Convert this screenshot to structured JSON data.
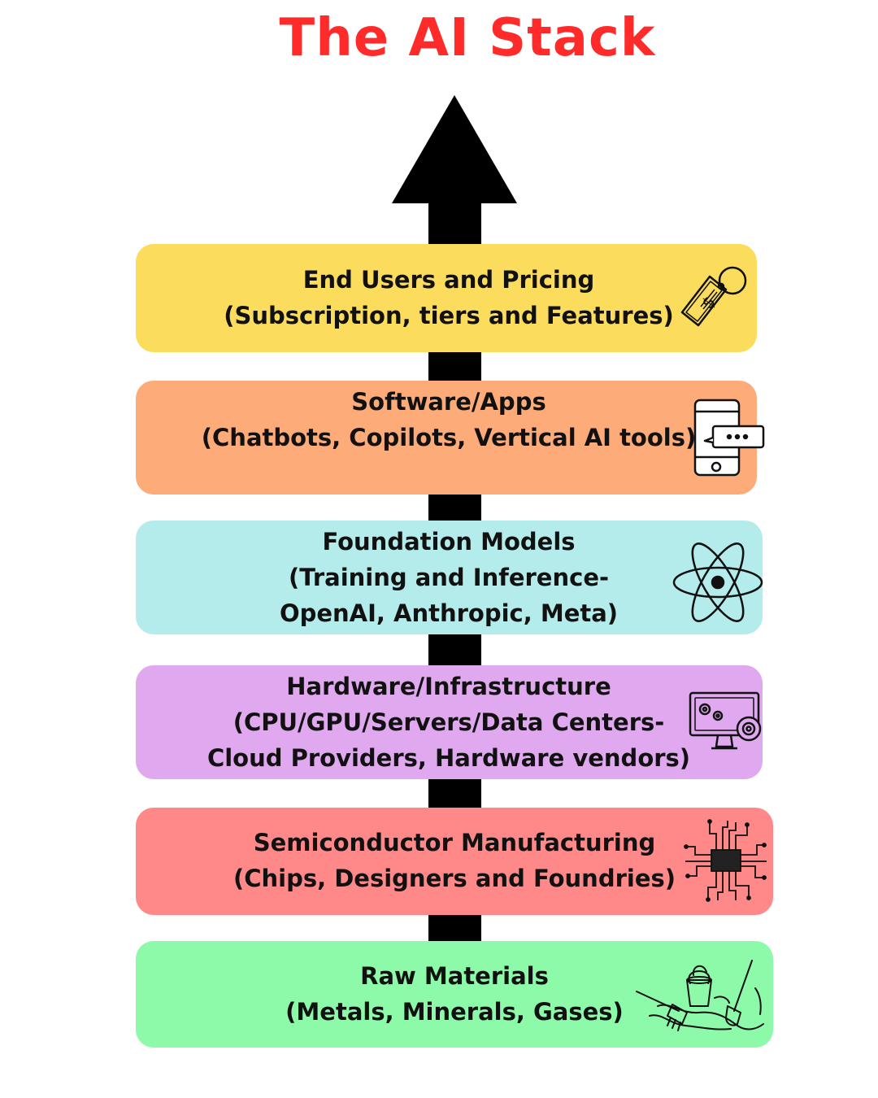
{
  "title": "The AI Stack",
  "colors": {
    "title": "#ff2b2b",
    "arrow": "#000000",
    "end_users": "#fcdc5c",
    "software": "#fdab78",
    "foundation": "#b4ecec",
    "hardware": "#e0a8ee",
    "semiconductor": "#ff8888",
    "raw_materials": "#8cfaa8"
  },
  "layers": [
    {
      "key": "end_users",
      "lines": [
        "End Users and Pricing",
        "(Subscription, tiers and Features)"
      ],
      "icon": "price-tag-icon"
    },
    {
      "key": "software",
      "lines": [
        "Software/Apps",
        "(Chatbots, Copilots, Vertical AI tools)"
      ],
      "icon": "phone-chat-icon"
    },
    {
      "key": "foundation",
      "lines": [
        "Foundation Models",
        "(Training and Inference-",
        "OpenAI, Anthropic, Meta)"
      ],
      "icon": "atom-icon"
    },
    {
      "key": "hardware",
      "lines": [
        "Hardware/Infrastructure",
        "(CPU/GPU/Servers/Data Centers-",
        "Cloud Providers, Hardware vendors)"
      ],
      "icon": "monitor-gears-icon"
    },
    {
      "key": "semiconductor",
      "lines": [
        "Semiconductor Manufacturing",
        "(Chips, Designers and Foundries)"
      ],
      "icon": "chip-circuit-icon"
    },
    {
      "key": "raw_materials",
      "lines": [
        "Raw Materials",
        "(Metals, Minerals, Gases)"
      ],
      "icon": "mining-tools-icon"
    }
  ]
}
